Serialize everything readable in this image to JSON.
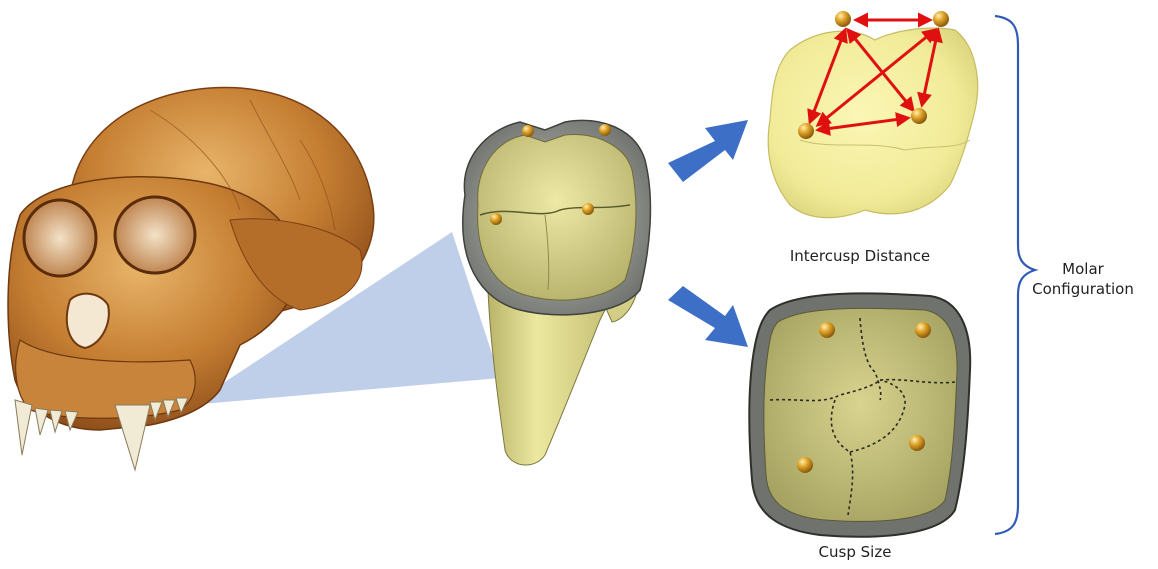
{
  "labels": {
    "intercusp_distance": "Intercusp Distance",
    "cusp_size": "Cusp Size",
    "molar_line1": "Molar",
    "molar_line2": "Configuration"
  },
  "colors": {
    "arrow_blue": "#3d6fc7",
    "measure_red": "#e01010",
    "brace_blue": "#2f5bb5",
    "enamel_yellow": "#e9e59a",
    "enamel_grey": "#8a8d86",
    "skull_orange": "#c8863a",
    "cusp_gold": "#d99a1c",
    "projection_blue": "#a9bfe3"
  },
  "icons": [
    "skull-illustration",
    "molar-side-view",
    "occlusal-view-icon",
    "cusp-landmark-icon"
  ]
}
